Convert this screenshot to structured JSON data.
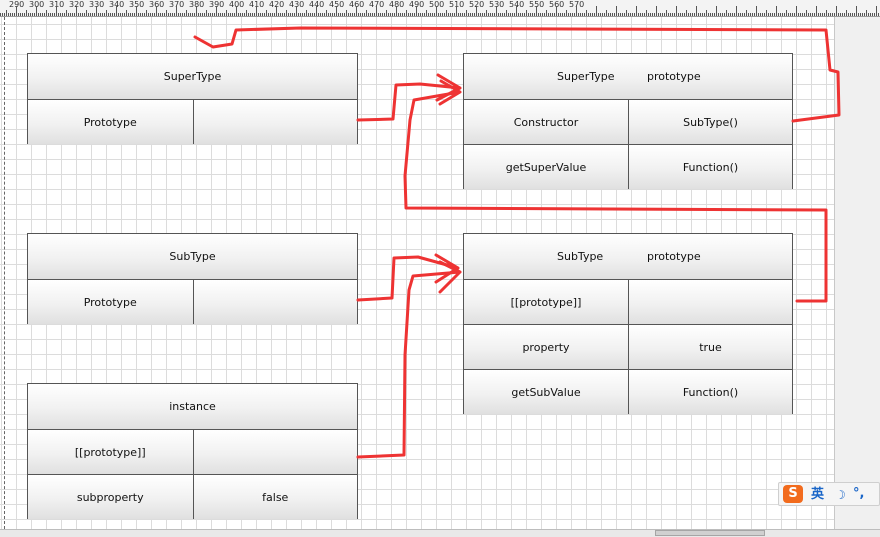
{
  "ruler": {
    "labels": [
      "290",
      "300",
      "310",
      "320",
      "330",
      "340",
      "350",
      "360",
      "370",
      "380",
      "390",
      "400",
      "410",
      "420",
      "430",
      "440",
      "450",
      "460",
      "470",
      "480",
      "490",
      "500",
      "510",
      "520",
      "530",
      "540",
      "550",
      "560",
      "570"
    ]
  },
  "tables": {
    "supertype": {
      "title": "SuperType",
      "prototype_label": "Prototype",
      "prototype_value": ""
    },
    "subtype": {
      "title": "SubType",
      "prototype_label": "Prototype",
      "prototype_value": ""
    },
    "instance": {
      "title": "instance",
      "proto_label": "[[prototype]]",
      "proto_value": "",
      "subproperty_label": "subproperty",
      "subproperty_value": "false"
    },
    "supertype_prototype": {
      "title_name": "SuperType",
      "title_suffix": "prototype",
      "constructor_label": "Constructor",
      "constructor_value": "SubType()",
      "getsupervalue_label": "getSuperValue",
      "getsupervalue_value": "Function()"
    },
    "subtype_prototype": {
      "title_name": "SubType",
      "title_suffix": "prototype",
      "proto_label": "[[prototype]]",
      "proto_value": "",
      "property_label": "property",
      "property_value": "true",
      "getsubvalue_label": "getSubValue",
      "getsubvalue_value": "Function()"
    }
  },
  "annotation_color": "#ee3333",
  "ime": {
    "logo_icon": "sogou-s-icon",
    "logo_text": "S",
    "mode": "英",
    "moon_icon": "moon-icon",
    "moon_glyph": "☽",
    "punct": "°,"
  }
}
